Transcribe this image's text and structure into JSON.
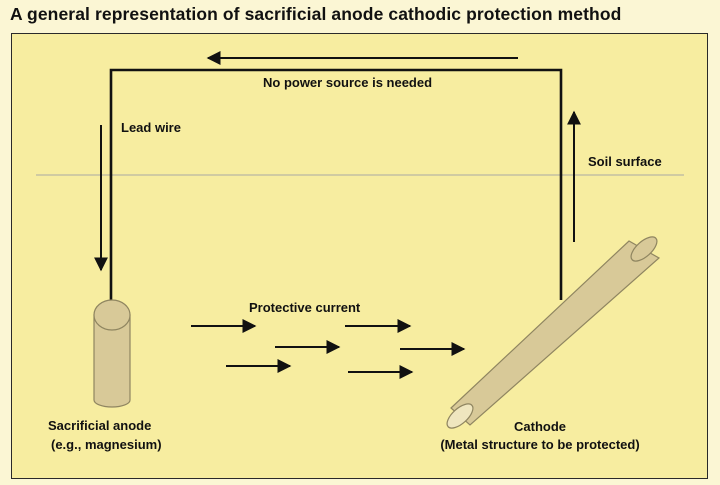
{
  "title": "A general representation of sacrificial anode cathodic protection method",
  "labels": {
    "power": "No power source is needed",
    "lead_wire": "Lead wire",
    "soil_surface": "Soil surface",
    "protective_current": "Protective current",
    "anode_line1": "Sacrificial anode",
    "anode_line2": "(e.g., magnesium)",
    "cathode_line1": "Cathode",
    "cathode_line2": "(Metal structure to be protected)"
  },
  "colors": {
    "background": "#fbf6d4",
    "panel": "#f7eda0",
    "rod": "#d8c998",
    "wire": "#111111",
    "ground_line": "#b9b7a3"
  }
}
